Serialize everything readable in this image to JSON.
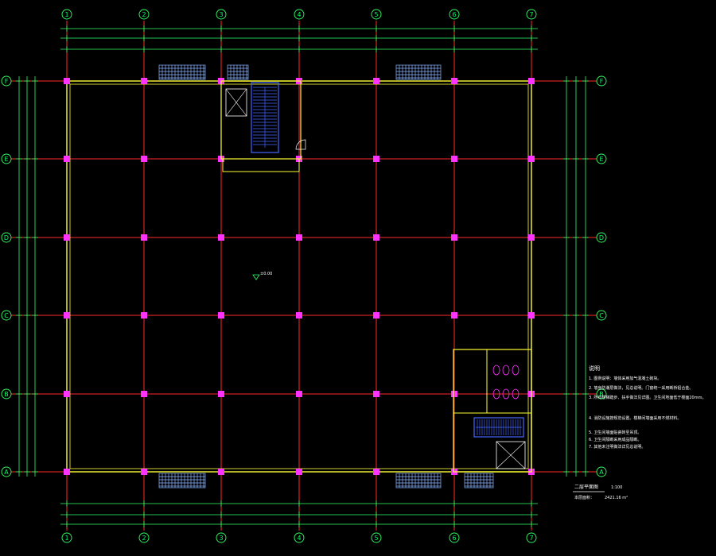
{
  "grid": {
    "columns": [
      "1",
      "2",
      "3",
      "4",
      "5",
      "6",
      "7"
    ],
    "rows": [
      "F",
      "E",
      "D",
      "C",
      "B",
      "A"
    ]
  },
  "dimensions": {
    "top_overall": "",
    "bottom_overall": "",
    "bottom_second": ""
  },
  "labels": {
    "elevation_mark": "±0.00"
  },
  "notes": {
    "heading": "说明",
    "items": [
      "1. 图例说明：墙体采用加气混凝土砌块。",
      "2. 墙身防潮层做法，见总说明。门窗统一采用断桥铝合金。",
      "3. 所有楼梯踏步、扶手做法见详图。卫生间地面低于楼面20mm。",
      "4. 消防设施按规范设置。楼梯间墙面采用不燃材料。",
      "5. 卫生间墙面贴瓷砖至吊顶。",
      "6. 卫生间隔断采用成品隔断。",
      "7. 其他未注明做法详见总说明。"
    ]
  },
  "title_block": {
    "title": "二层平面图",
    "scale": "1:100",
    "area_label": "本层面积：",
    "area_value": "2421.16 m²"
  },
  "colors": {
    "background": "#000000",
    "axis": "#ff2a2a",
    "wall": "#ffff33",
    "column": "#ff33ff",
    "dimension": "#33ff66",
    "window": "#8ab4ff",
    "stair": "#4466ff",
    "text": "#ffffff"
  }
}
